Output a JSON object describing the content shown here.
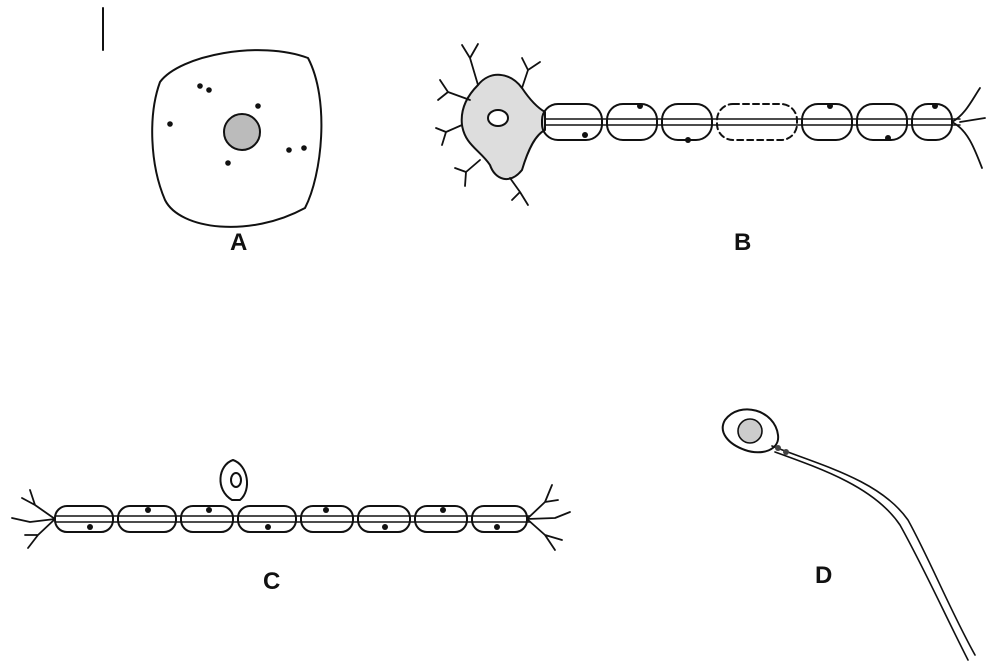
{
  "figure": {
    "labels": {
      "a": "A",
      "b": "B",
      "c": "C",
      "d": "D"
    },
    "ink_color": "#111111",
    "background_color": "#ffffff"
  }
}
